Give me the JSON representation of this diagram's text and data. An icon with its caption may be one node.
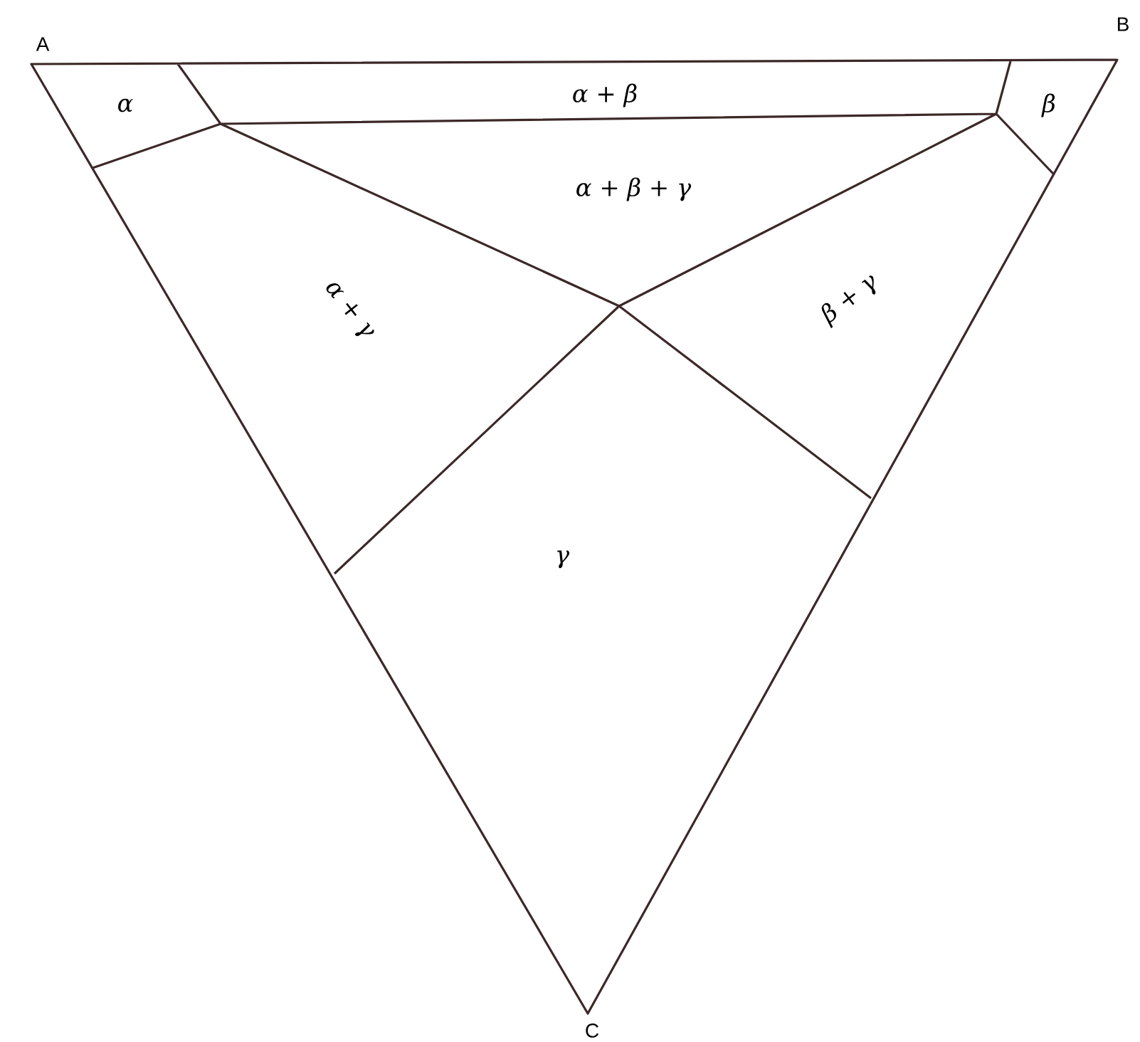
{
  "diagram": {
    "labels": [
      "A",
      "B",
      "α",
      "α + β",
      "β",
      "α + β + γ",
      "α + γ",
      "β + γ",
      "γ",
      "C"
    ]
  }
}
